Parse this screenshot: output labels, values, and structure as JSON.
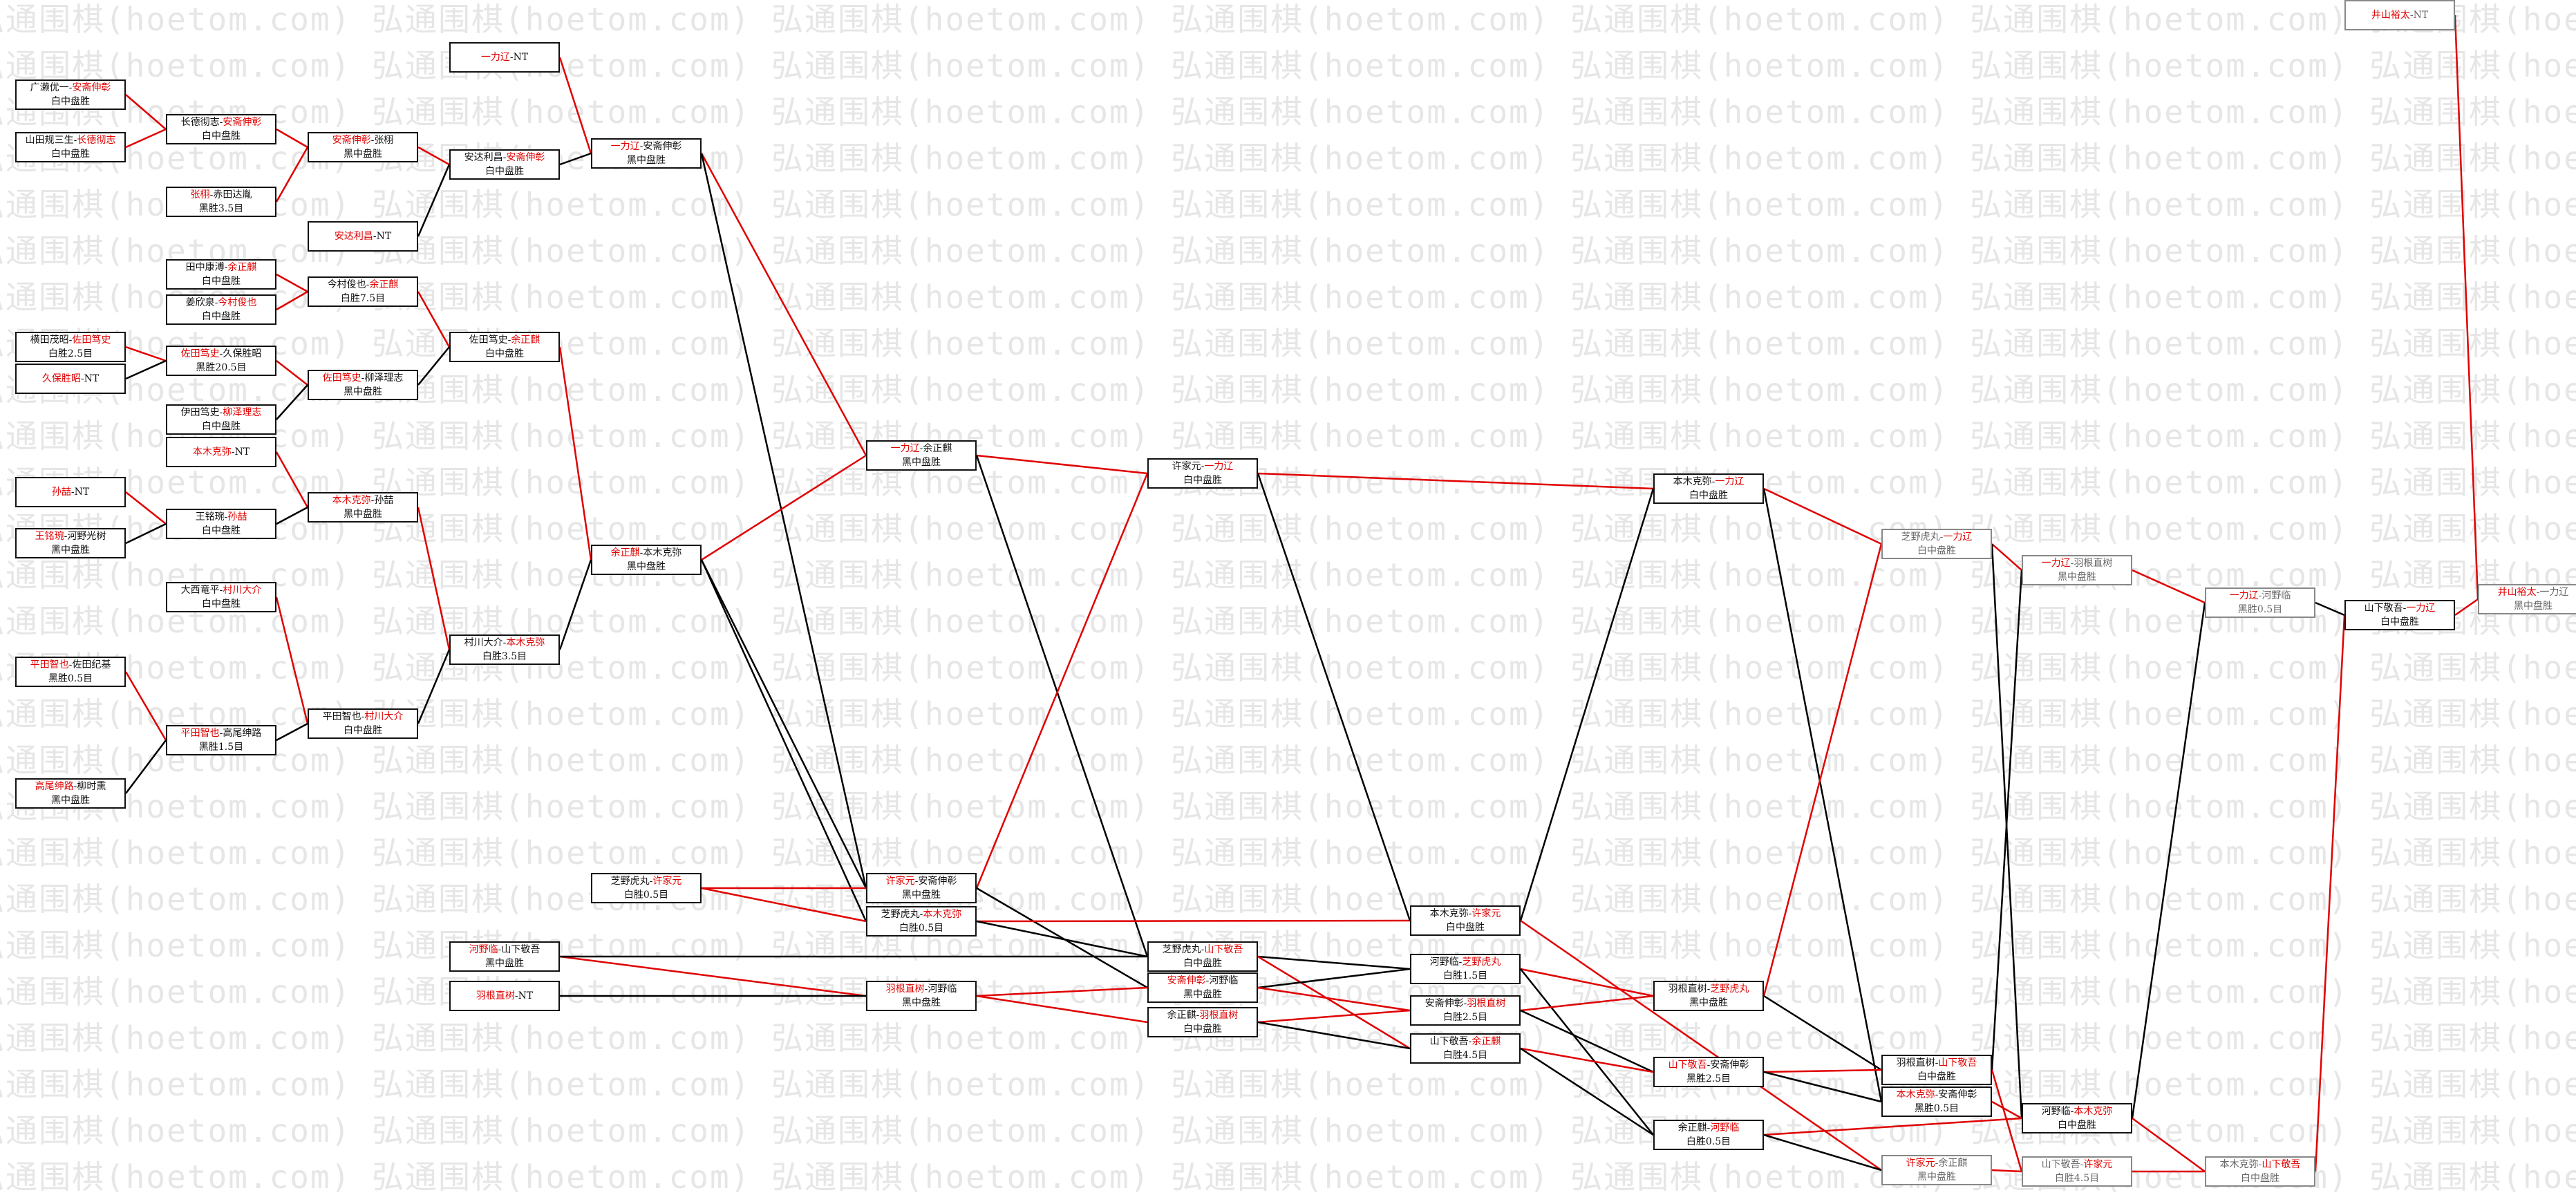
{
  "watermark": "弘通围棋(hoetom.com)",
  "colors": {
    "winner": "#e00000",
    "loser_line": "#000000"
  },
  "nodes": [
    {
      "id": "n1",
      "p1": "广濑优一",
      "p2": "安斋伸彰",
      "win": 2,
      "result": "白中盘胜"
    },
    {
      "id": "n2",
      "p1": "山田规三生",
      "p2": "长德彻志",
      "win": 2,
      "result": "白中盘胜"
    },
    {
      "id": "n3",
      "p1": "张栩",
      "p2": "赤田达胤",
      "win": 1,
      "result": "黑胜3.5目"
    },
    {
      "id": "n4",
      "p1": "长德彻志",
      "p2": "安斋伸彰",
      "win": 2,
      "result": "白中盘胜"
    },
    {
      "id": "n5",
      "p1": "安斋伸彰",
      "p2": "张栩",
      "win": 1,
      "result": "黑中盘胜"
    },
    {
      "id": "n6",
      "p1": "一力辽",
      "p2": "NT",
      "win": 1,
      "result": ""
    },
    {
      "id": "n7",
      "p1": "安达利昌",
      "p2": "安斋伸彰",
      "win": 2,
      "result": "白中盘胜"
    },
    {
      "id": "n8",
      "p1": "安达利昌",
      "p2": "NT",
      "win": 1,
      "result": ""
    },
    {
      "id": "n9",
      "p1": "一力辽",
      "p2": "安斋伸彰",
      "win": 1,
      "result": "黑中盘胜"
    },
    {
      "id": "n10",
      "p1": "田中康溥",
      "p2": "余正麒",
      "win": 2,
      "result": "白中盘胜"
    },
    {
      "id": "n11",
      "p1": "姜欣泉",
      "p2": "今村俊也",
      "win": 2,
      "result": "白中盘胜"
    },
    {
      "id": "n12",
      "p1": "今村俊也",
      "p2": "余正麒",
      "win": 2,
      "result": "白胜7.5目"
    },
    {
      "id": "n13",
      "p1": "横田茂昭",
      "p2": "佐田笃史",
      "win": 2,
      "result": "白胜2.5目"
    },
    {
      "id": "n14",
      "p1": "久保胜昭",
      "p2": "NT",
      "win": 1,
      "result": ""
    },
    {
      "id": "n15",
      "p1": "佐田笃史",
      "p2": "久保胜昭",
      "win": 1,
      "result": "黑胜20.5目"
    },
    {
      "id": "n16",
      "p1": "佐田笃史",
      "p2": "余正麒",
      "win": 2,
      "result": "白中盘胜"
    },
    {
      "id": "n17",
      "p1": "伊田笃史",
      "p2": "柳泽理志",
      "win": 2,
      "result": "白中盘胜"
    },
    {
      "id": "n18",
      "p1": "佐田笃史",
      "p2": "柳泽理志",
      "win": 1,
      "result": "黑中盘胜"
    },
    {
      "id": "n19",
      "p1": "本木克弥",
      "p2": "NT",
      "win": 1,
      "result": ""
    },
    {
      "id": "n20",
      "p1": "孙喆",
      "p2": "NT",
      "win": 1,
      "result": ""
    },
    {
      "id": "n21",
      "p1": "王铭琬",
      "p2": "河野光树",
      "win": 1,
      "result": "黑中盘胜"
    },
    {
      "id": "n22",
      "p1": "王铭琬",
      "p2": "孙喆",
      "win": 2,
      "result": "白中盘胜"
    },
    {
      "id": "n23",
      "p1": "本木克弥",
      "p2": "孙喆",
      "win": 1,
      "result": "黑中盘胜"
    },
    {
      "id": "n24",
      "p1": "余正麒",
      "p2": "本木克弥",
      "win": 1,
      "result": "黑中盘胜"
    },
    {
      "id": "n25",
      "p1": "大西竜平",
      "p2": "村川大介",
      "win": 2,
      "result": "白中盘胜"
    },
    {
      "id": "n26",
      "p1": "村川大介",
      "p2": "本木克弥",
      "win": 2,
      "result": "白胜3.5目"
    },
    {
      "id": "n27",
      "p1": "平田智也",
      "p2": "佐田纪基",
      "win": 1,
      "result": "黑胜0.5目"
    },
    {
      "id": "n28",
      "p1": "平田智也",
      "p2": "高尾绅路",
      "win": 1,
      "result": "黑胜1.5目"
    },
    {
      "id": "n29",
      "p1": "平田智也",
      "p2": "村川大介",
      "win": 2,
      "result": "白中盘胜"
    },
    {
      "id": "n30",
      "p1": "高尾绅路",
      "p2": "柳时熏",
      "win": 1,
      "result": "黑中盘胜"
    },
    {
      "id": "n31",
      "p1": "一力辽",
      "p2": "余正麒",
      "win": 1,
      "result": "黑中盘胜"
    },
    {
      "id": "n32",
      "p1": "许家元",
      "p2": "一力辽",
      "win": 2,
      "result": "白中盘胜"
    },
    {
      "id": "n33",
      "p1": "芝野虎丸",
      "p2": "许家元",
      "win": 2,
      "result": "白胜0.5目"
    },
    {
      "id": "n34",
      "p1": "许家元",
      "p2": "安斋伸彰",
      "win": 1,
      "result": "黑中盘胜"
    },
    {
      "id": "n35",
      "p1": "芝野虎丸",
      "p2": "本木克弥",
      "win": 2,
      "result": "白胜0.5目"
    },
    {
      "id": "n36",
      "p1": "河野临",
      "p2": "山下敬吾",
      "win": 1,
      "result": "黑中盘胜"
    },
    {
      "id": "n37",
      "p1": "羽根直树",
      "p2": "NT",
      "win": 1,
      "result": ""
    },
    {
      "id": "n38",
      "p1": "羽根直树",
      "p2": "河野临",
      "win": 1,
      "result": "黑中盘胜"
    },
    {
      "id": "n39",
      "p1": "芝野虎丸",
      "p2": "山下敬吾",
      "win": 2,
      "result": "白中盘胜"
    },
    {
      "id": "n40",
      "p1": "安斋伸彰",
      "p2": "河野临",
      "win": 1,
      "result": "黑中盘胜"
    },
    {
      "id": "n41",
      "p1": "余正麒",
      "p2": "羽根直树",
      "win": 2,
      "result": "白中盘胜"
    },
    {
      "id": "n42",
      "p1": "本木克弥",
      "p2": "许家元",
      "win": 2,
      "result": "白中盘胜"
    },
    {
      "id": "n43",
      "p1": "河野临",
      "p2": "芝野虎丸",
      "win": 2,
      "result": "白胜1.5目"
    },
    {
      "id": "n44",
      "p1": "安斋伸彰",
      "p2": "羽根直树",
      "win": 2,
      "result": "白胜2.5目"
    },
    {
      "id": "n45",
      "p1": "山下敬吾",
      "p2": "余正麒",
      "win": 2,
      "result": "白胜4.5目"
    },
    {
      "id": "n46",
      "p1": "本木克弥",
      "p2": "一力辽",
      "win": 2,
      "result": "白中盘胜"
    },
    {
      "id": "n47",
      "p1": "羽根直树",
      "p2": "芝野虎丸",
      "win": 2,
      "result": "黑中盘胜"
    },
    {
      "id": "n48",
      "p1": "山下敬吾",
      "p2": "安斋伸彰",
      "win": 1,
      "result": "黑胜2.5目"
    },
    {
      "id": "n49",
      "p1": "余正麒",
      "p2": "河野临",
      "win": 2,
      "result": "白胜0.5目"
    },
    {
      "id": "n50",
      "p1": "芝野虎丸",
      "p2": "一力辽",
      "win": 2,
      "result": "白中盘胜",
      "gray": true
    },
    {
      "id": "n51",
      "p1": "羽根直树",
      "p2": "山下敬吾",
      "win": 2,
      "result": "白中盘胜"
    },
    {
      "id": "n52",
      "p1": "本木克弥",
      "p2": "安斋伸彰",
      "win": 1,
      "result": "黑胜0.5目"
    },
    {
      "id": "n53",
      "p1": "许家元",
      "p2": "余正麒",
      "win": 1,
      "result": "黑中盘胜",
      "gray": true
    },
    {
      "id": "n54",
      "p1": "一力辽",
      "p2": "羽根直树",
      "win": 1,
      "result": "黑中盘胜",
      "gray": true
    },
    {
      "id": "n55",
      "p1": "河野临",
      "p2": "本木克弥",
      "win": 2,
      "result": "白中盘胜"
    },
    {
      "id": "n56",
      "p1": "山下敬吾",
      "p2": "许家元",
      "win": 2,
      "result": "白胜4.5目",
      "gray": true
    },
    {
      "id": "n57",
      "p1": "一力辽",
      "p2": "河野临",
      "win": 1,
      "result": "黑胜0.5目",
      "gray": true
    },
    {
      "id": "n58",
      "p1": "本木克弥",
      "p2": "山下敬吾",
      "win": 2,
      "result": "白中盘胜",
      "gray": true
    },
    {
      "id": "n59",
      "p1": "山下敬吾",
      "p2": "一力辽",
      "win": 2,
      "result": "白中盘胜"
    },
    {
      "id": "n60",
      "p1": "井山裕太",
      "p2": "NT",
      "win": 1,
      "result": "",
      "gray": true
    },
    {
      "id": "n61",
      "p1": "井山裕太",
      "p2": "一力辽",
      "win": 1,
      "result": "黑中盘胜",
      "gray": true
    }
  ],
  "edges": [
    [
      "n1",
      "n4",
      1
    ],
    [
      "n2",
      "n4",
      1
    ],
    [
      "n3",
      "n5",
      1
    ],
    [
      "n4",
      "n5",
      1
    ],
    [
      "n5",
      "n7",
      1
    ],
    [
      "n8",
      "n7",
      0
    ],
    [
      "n6",
      "n9",
      1
    ],
    [
      "n7",
      "n9",
      0
    ],
    [
      "n9",
      "n31",
      1
    ],
    [
      "n9",
      "n34",
      0
    ],
    [
      "n10",
      "n12",
      1
    ],
    [
      "n11",
      "n12",
      1
    ],
    [
      "n13",
      "n15",
      1
    ],
    [
      "n14",
      "n15",
      0
    ],
    [
      "n15",
      "n18",
      1
    ],
    [
      "n17",
      "n18",
      0
    ],
    [
      "n12",
      "n16",
      1
    ],
    [
      "n18",
      "n16",
      0
    ],
    [
      "n16",
      "n24",
      1
    ],
    [
      "n19",
      "n23",
      1
    ],
    [
      "n20",
      "n22",
      1
    ],
    [
      "n21",
      "n22",
      0
    ],
    [
      "n22",
      "n23",
      0
    ],
    [
      "n23",
      "n26",
      1
    ],
    [
      "n25",
      "n29",
      1
    ],
    [
      "n27",
      "n28",
      1
    ],
    [
      "n30",
      "n28",
      0
    ],
    [
      "n28",
      "n29",
      0
    ],
    [
      "n29",
      "n26",
      0
    ],
    [
      "n26",
      "n24",
      0
    ],
    [
      "n24",
      "n31",
      1
    ],
    [
      "n24",
      "n35",
      0
    ],
    [
      "n24",
      "n34",
      0
    ],
    [
      "n31",
      "n32",
      1
    ],
    [
      "n31",
      "n39",
      0
    ],
    [
      "n33",
      "n34",
      1
    ],
    [
      "n33",
      "n35",
      1
    ],
    [
      "n34",
      "n32",
      1
    ],
    [
      "n34",
      "n40",
      0
    ],
    [
      "n35",
      "n42",
      1
    ],
    [
      "n35",
      "n39",
      0
    ],
    [
      "n36",
      "n38",
      1
    ],
    [
      "n36",
      "n39",
      0
    ],
    [
      "n37",
      "n38",
      0
    ],
    [
      "n38",
      "n40",
      1
    ],
    [
      "n38",
      "n41",
      1
    ],
    [
      "n39",
      "n43",
      0
    ],
    [
      "n39",
      "n45",
      1
    ],
    [
      "n40",
      "n43",
      0
    ],
    [
      "n40",
      "n44",
      1
    ],
    [
      "n41",
      "n44",
      1
    ],
    [
      "n41",
      "n45",
      0
    ],
    [
      "n32",
      "n46",
      1
    ],
    [
      "n32",
      "n42",
      0
    ],
    [
      "n42",
      "n46",
      0
    ],
    [
      "n42",
      "n53",
      1
    ],
    [
      "n43",
      "n47",
      1
    ],
    [
      "n43",
      "n49",
      0
    ],
    [
      "n44",
      "n47",
      1
    ],
    [
      "n44",
      "n48",
      0
    ],
    [
      "n45",
      "n48",
      1
    ],
    [
      "n45",
      "n49",
      0
    ],
    [
      "n46",
      "n50",
      1
    ],
    [
      "n46",
      "n52",
      0
    ],
    [
      "n47",
      "n50",
      1
    ],
    [
      "n47",
      "n51",
      0
    ],
    [
      "n48",
      "n51",
      1
    ],
    [
      "n48",
      "n52",
      0
    ],
    [
      "n49",
      "n55",
      1
    ],
    [
      "n49",
      "n53",
      0
    ],
    [
      "n50",
      "n54",
      1
    ],
    [
      "n50",
      "n55",
      0
    ],
    [
      "n51",
      "n54",
      0
    ],
    [
      "n51",
      "n56",
      1
    ],
    [
      "n52",
      "n55",
      1
    ],
    [
      "n53",
      "n56",
      1
    ],
    [
      "n54",
      "n57",
      1
    ],
    [
      "n55",
      "n57",
      0
    ],
    [
      "n55",
      "n58",
      1
    ],
    [
      "n56",
      "n58",
      1
    ],
    [
      "n57",
      "n59",
      0
    ],
    [
      "n58",
      "n59",
      1
    ],
    [
      "n59",
      "n61",
      1
    ],
    [
      "n60",
      "n61",
      1
    ]
  ]
}
